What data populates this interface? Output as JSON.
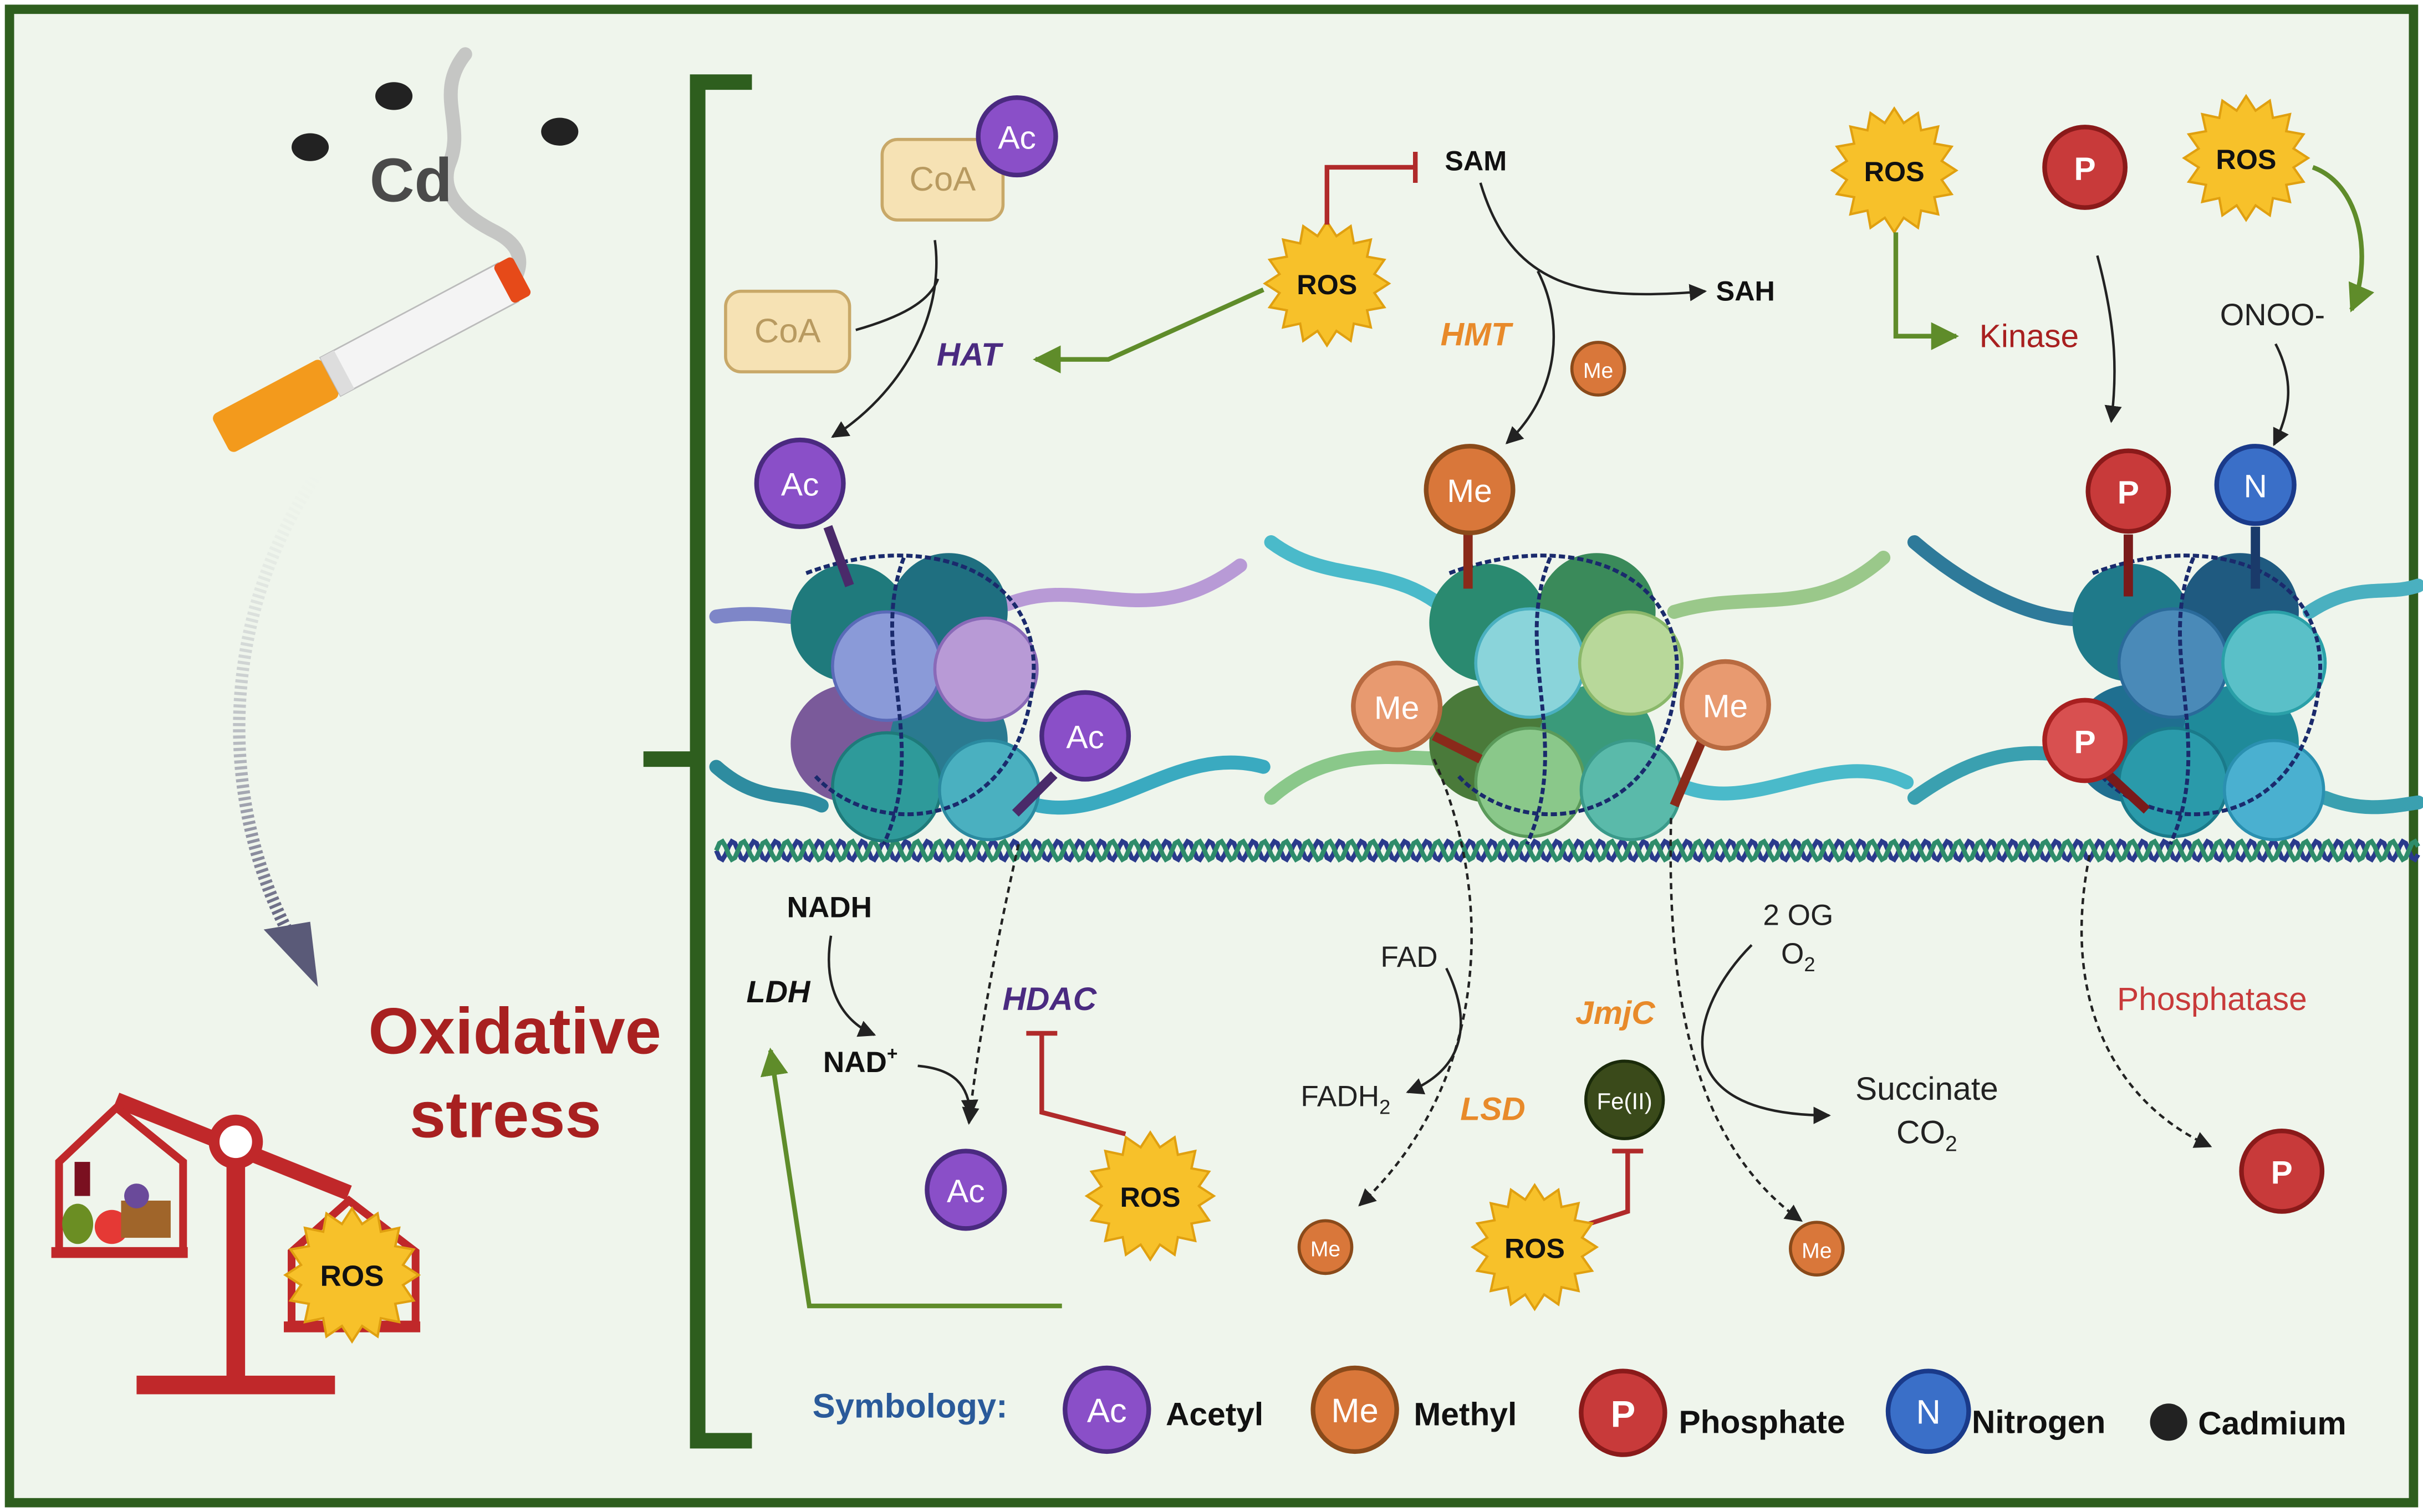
{
  "left_panel": {
    "cd_label": "Cd",
    "oxidative_line1": "Oxidative",
    "oxidative_line2": "stress",
    "scale_ros": "ROS"
  },
  "acetylation": {
    "coa_ac_top": "CoA",
    "ac_top": "Ac",
    "coa_free": "CoA",
    "hat": "HAT",
    "ros": "ROS",
    "ac_on_tail": "Ac",
    "ac_on_core": "Ac",
    "nadh": "NADH",
    "ldh": "LDH",
    "nad_plus": "NAD",
    "nad_sup": "+",
    "ac_released": "Ac",
    "hdac": "HDAC",
    "ros_hdac": "ROS"
  },
  "methylation": {
    "sam": "SAM",
    "sah": "SAH",
    "hmt": "HMT",
    "me_free": "Me",
    "me_top": "Me",
    "me_left": "Me",
    "me_right": "Me",
    "fad": "FAD",
    "fadh2": "FADH",
    "fadh2_sub": "2",
    "lsd": "LSD",
    "jmjc": "JmjC",
    "fe": "Fe(II)",
    "two_og": "2 OG",
    "o2": "O",
    "o2_sub": "2",
    "succinate": "Succinate",
    "co2": "CO",
    "co2_sub": "2",
    "ros_jmjc": "ROS",
    "me_released_left": "Me",
    "me_released_right": "Me"
  },
  "phosphorylation": {
    "ros_kinase": "ROS",
    "kinase": "Kinase",
    "p_top": "P",
    "ros_onoo": "ROS",
    "onoo": "ONOO-",
    "p_on_tail": "P",
    "n_on_tail": "N",
    "p_on_core": "P",
    "phosphatase": "Phosphatase",
    "p_released": "P"
  },
  "legend": {
    "title": "Symbology:",
    "items": [
      {
        "glyph": "Ac",
        "label": "Acetyl"
      },
      {
        "glyph": "Me",
        "label": "Methyl"
      },
      {
        "glyph": "P",
        "label": "Phosphate"
      },
      {
        "glyph": "N",
        "label": "Nitrogen"
      },
      {
        "glyph": "",
        "label": "Cadmium"
      }
    ]
  },
  "colors": {
    "border_green": "#2e5e1e",
    "background": "#eff5ec",
    "acetyl_purple": "#8a4fc8",
    "methyl_orange": "#d9773a",
    "phosphate_red": "#c83a3a",
    "nitrogen_blue": "#3a6fc8",
    "ros_yellow": "#f7c12a",
    "inhibit_red": "#b02a2a",
    "activate_green": "#5f8c2a",
    "title_red": "#a82020",
    "hat_purple": "#4a2a80",
    "hmt_orange": "#e88a2a",
    "legend_blue": "#2a5a9a"
  }
}
